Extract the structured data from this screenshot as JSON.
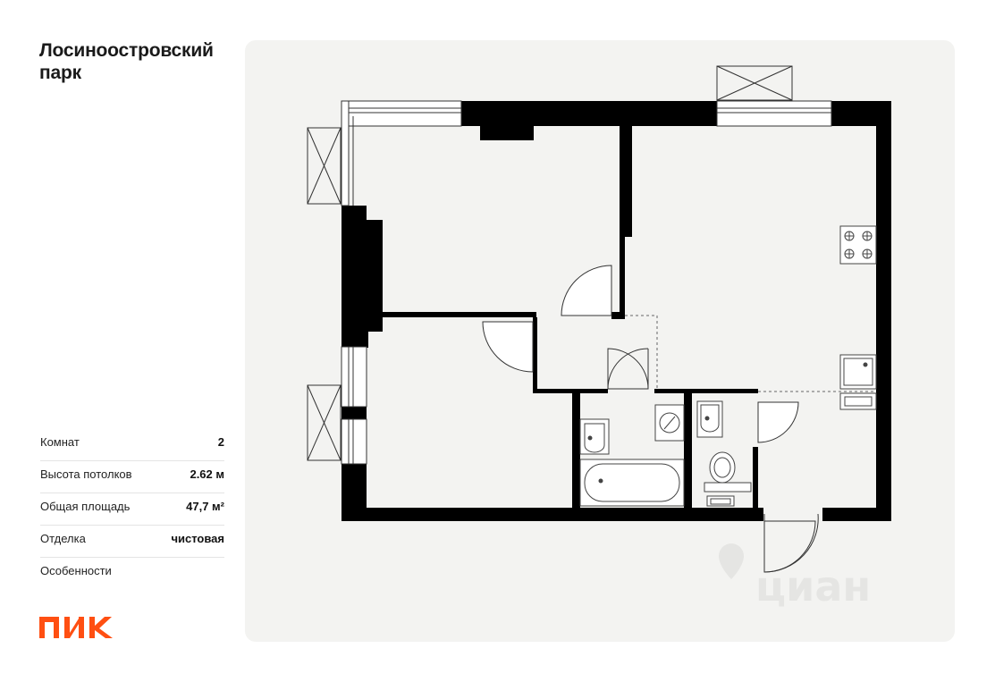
{
  "project": {
    "title_line1": "Лосиноостровский",
    "title_line2": "парк"
  },
  "specs": {
    "rooms_label": "Комнат",
    "rooms_value": "2",
    "ceiling_label": "Высота потолков",
    "ceiling_value": "2.62 м",
    "area_label": "Общая площадь",
    "area_value": "47,7 м²",
    "finish_label": "Отделка",
    "finish_value": "чистовая",
    "features_label": "Особенности"
  },
  "brand": {
    "logo_icon": "pik-logo-icon",
    "logo_text": "ПИК",
    "logo_color": "#ff4f12"
  },
  "watermark": {
    "icon": "cian-pin-icon",
    "text": "циан"
  },
  "colors": {
    "wall": "#000000",
    "panel_bg": "#f3f3f1",
    "line": "#555555"
  }
}
